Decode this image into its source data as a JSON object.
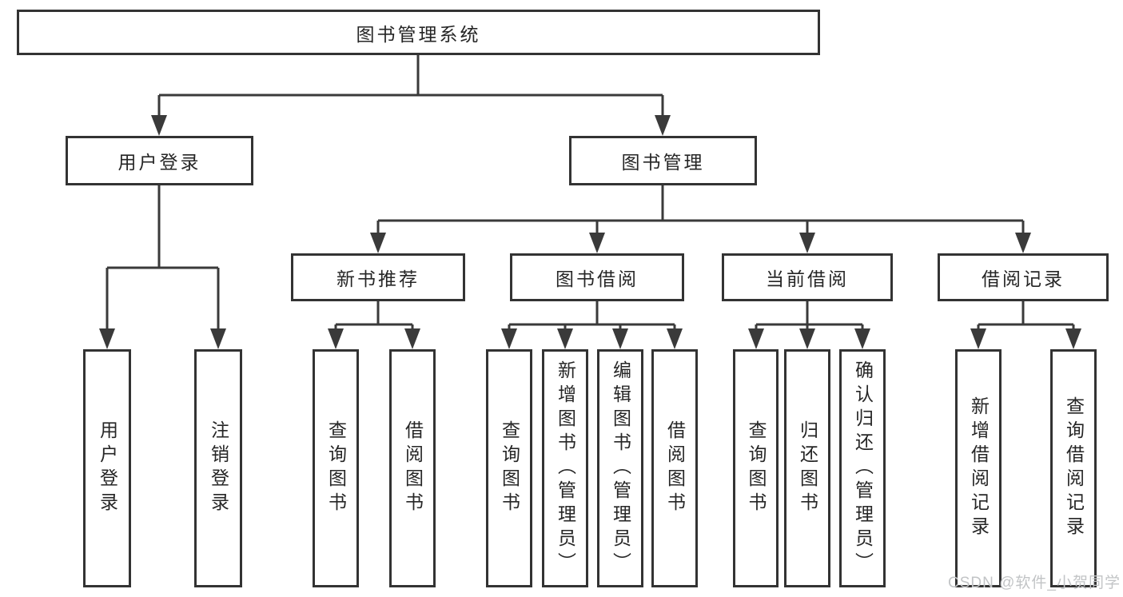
{
  "tree": {
    "label": "图书管理系统",
    "children": [
      {
        "label": "用户登录",
        "children": [
          {
            "label": "用户登录"
          },
          {
            "label": "注销登录"
          }
        ]
      },
      {
        "label": "图书管理",
        "children": [
          {
            "label": "新书推荐",
            "children": [
              {
                "label": "查询图书"
              },
              {
                "label": "借阅图书"
              }
            ]
          },
          {
            "label": "图书借阅",
            "children": [
              {
                "label": "查询图书"
              },
              {
                "label": "新增图书（管理员）"
              },
              {
                "label": "编辑图书（管理员）"
              },
              {
                "label": "借阅图书"
              }
            ]
          },
          {
            "label": "当前借阅",
            "children": [
              {
                "label": "查询图书"
              },
              {
                "label": "归还图书"
              },
              {
                "label": "确认归还（管理员）"
              }
            ]
          },
          {
            "label": "借阅记录",
            "children": [
              {
                "label": "新增借阅记录"
              },
              {
                "label": "查询借阅记录"
              }
            ]
          }
        ]
      }
    ]
  },
  "watermark": {
    "text": "CSDN @软件_小贺同学"
  },
  "colors": {
    "line": "#3a3a3a",
    "box_border": "#333333",
    "text": "#262626",
    "watermark_text": "#c2c4c6",
    "background": "#ffffff"
  }
}
